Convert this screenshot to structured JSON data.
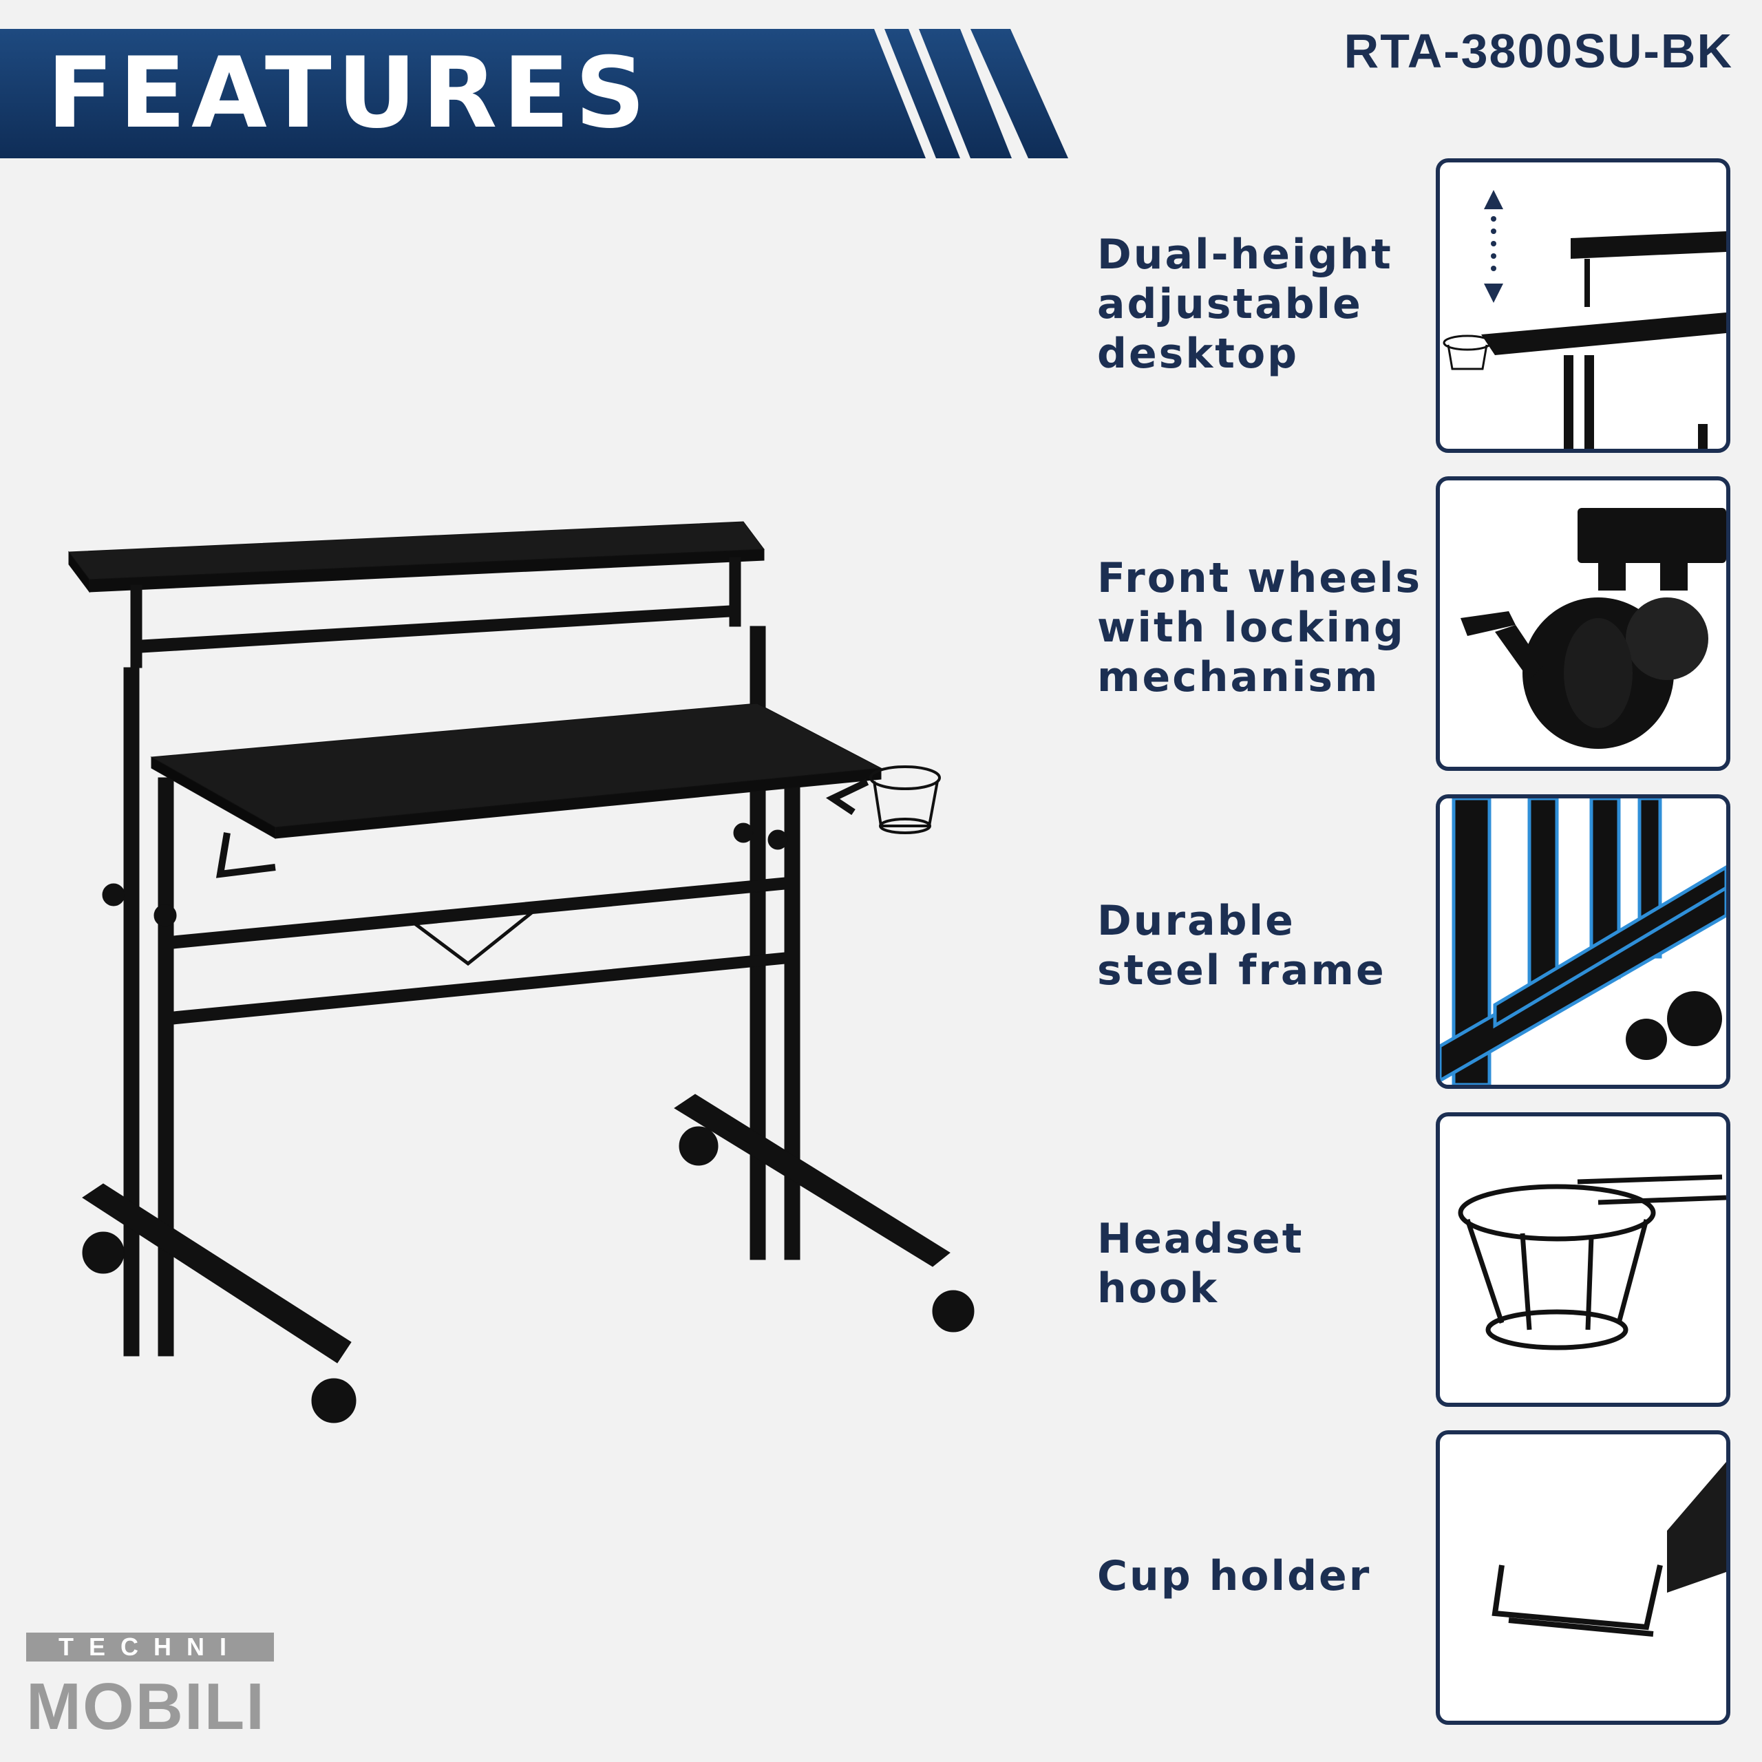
{
  "header": {
    "title": "FEATURES",
    "model": "RTA-3800SU-BK"
  },
  "features": [
    {
      "label": "Dual-height\nadjustable\ndesktop",
      "icon": "desk-height-thumbnail"
    },
    {
      "label": "Front wheels\nwith locking\nmechanism",
      "icon": "locking-wheel-thumbnail"
    },
    {
      "label": "Durable\nsteel frame",
      "icon": "steel-frame-thumbnail"
    },
    {
      "label": "Headset\nhook",
      "icon": "wire-holder-thumbnail"
    },
    {
      "label": "Cup holder",
      "icon": "hook-thumbnail"
    }
  ],
  "logo": {
    "line1": "TECHNI",
    "line2": "MOBILI"
  },
  "colors": {
    "navy": "#1c2f52",
    "background": "#f2f2f2",
    "accent_blue": "#2f8fd8"
  }
}
